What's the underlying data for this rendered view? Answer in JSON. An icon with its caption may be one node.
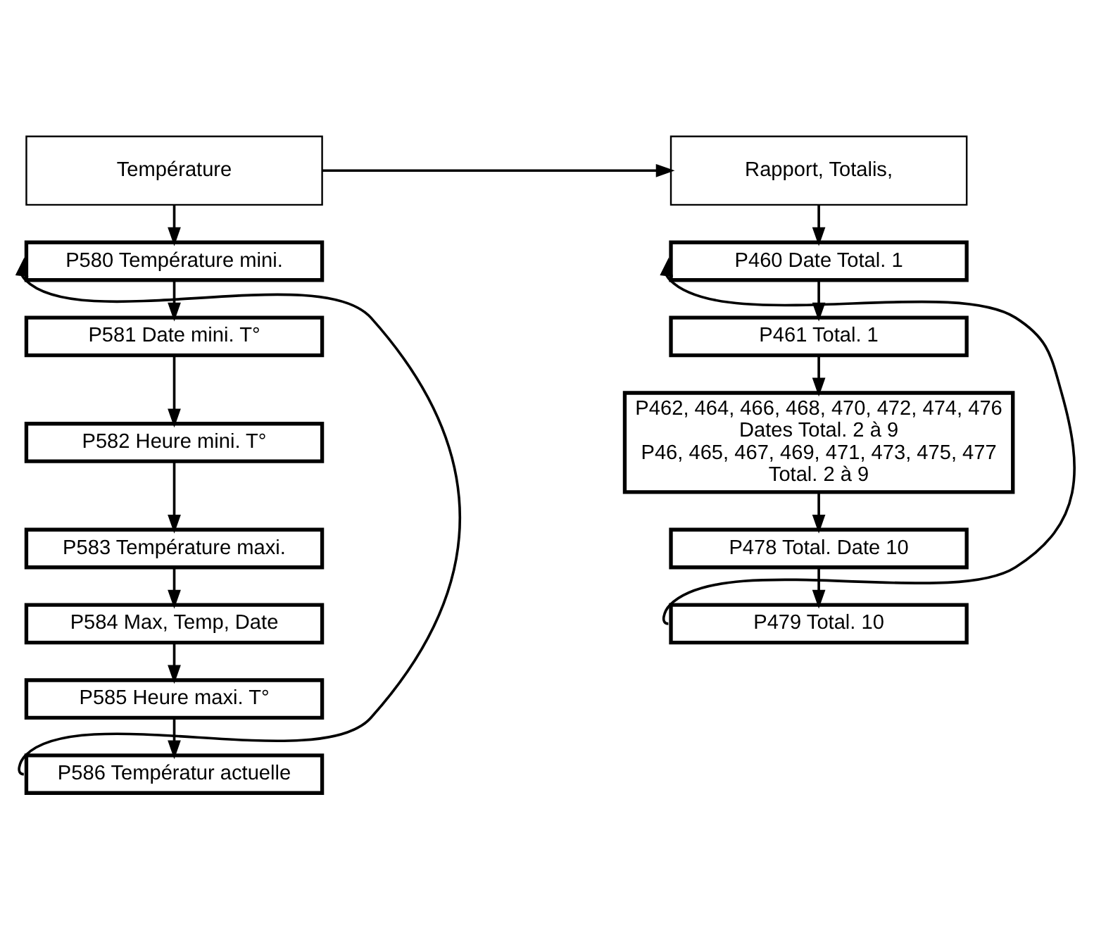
{
  "diagram": {
    "nodes": [
      {
        "text": [
          "Température"
        ]
      },
      {
        "text": [
          "P580 Température mini."
        ]
      },
      {
        "text": [
          "P581 Date mini. T°"
        ]
      },
      {
        "text": [
          "P582 Heure mini. T°"
        ]
      },
      {
        "text": [
          "P583 Température maxi."
        ]
      },
      {
        "text": [
          "P584 Max, Temp, Date"
        ]
      },
      {
        "text": [
          "P585 Heure maxi. T°"
        ]
      },
      {
        "text": [
          "P586 Températur actuelle"
        ]
      },
      {
        "text": [
          "Rapport, Totalis,"
        ]
      },
      {
        "text": [
          "P460 Date Total. 1"
        ]
      },
      {
        "text": [
          "P461 Total. 1"
        ]
      },
      {
        "text": [
          "P462, 464, 466, 468, 470, 472, 474, 476",
          "Dates Total. 2 à 9",
          "P46, 465, 467, 469, 471, 473, 475, 477",
          "Total. 2 à 9"
        ]
      },
      {
        "text": [
          "P478 Total. Date 10"
        ]
      },
      {
        "text": [
          "P479 Total. 10"
        ]
      }
    ],
    "edges": [
      {
        "from": 0,
        "to": 8,
        "arrow": "to"
      },
      {
        "from": 0,
        "to": 1,
        "arrow": "to"
      },
      {
        "from": 1,
        "to": 2,
        "arrow": "to"
      },
      {
        "from": 2,
        "to": 3,
        "arrow": "to"
      },
      {
        "from": 3,
        "to": 4,
        "arrow": "to"
      },
      {
        "from": 4,
        "to": 5,
        "arrow": "to"
      },
      {
        "from": 5,
        "to": 6,
        "arrow": "to"
      },
      {
        "from": 6,
        "to": 7,
        "arrow": "to"
      },
      {
        "from": 7,
        "to": 1,
        "arrow": "to"
      },
      {
        "from": 8,
        "to": 9,
        "arrow": "to"
      },
      {
        "from": 9,
        "to": 10,
        "arrow": "to"
      },
      {
        "from": 10,
        "to": 11,
        "arrow": "to"
      },
      {
        "from": 11,
        "to": 12,
        "arrow": "to"
      },
      {
        "from": 12,
        "to": 13,
        "arrow": "to"
      },
      {
        "from": 13,
        "to": 9,
        "arrow": "to"
      }
    ]
  }
}
